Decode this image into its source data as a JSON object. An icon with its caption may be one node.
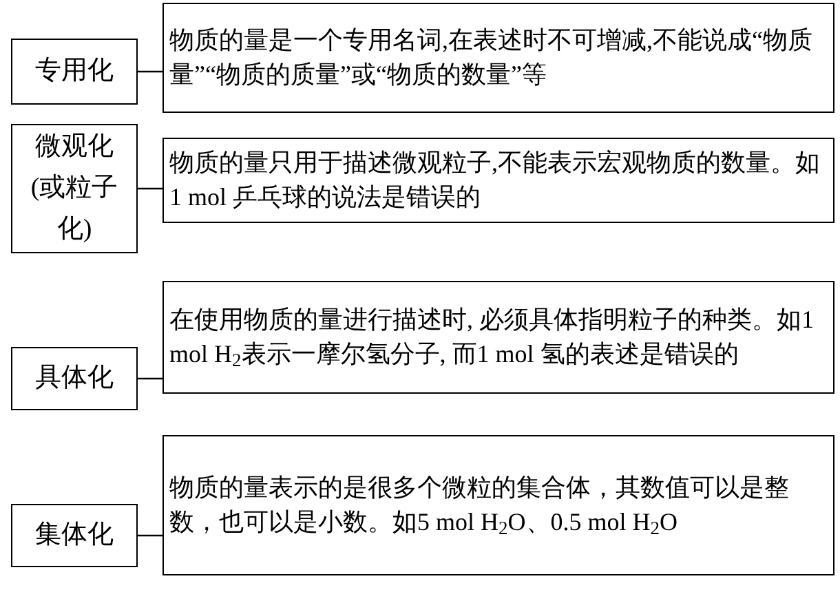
{
  "diagram": {
    "nodes": [
      {
        "text": [
          "专用化"
        ]
      },
      {
        "text": [
          "物质的量是一个专用名词,在表述时不可增减,不能说成“物质量”“物质的质量”或“物质的数量”等"
        ]
      },
      {
        "text": [
          "微观化(或粒子化)"
        ]
      },
      {
        "text": [
          "物质的量只用于描述微观粒子,不能表示宏观物质的数量。如 1 mol 乒乓球的说法是错误的"
        ]
      },
      {
        "text": [
          "具体化"
        ]
      },
      {
        "text": [
          "在使用物质的量进行描述时, 必须具体指明粒子的种类。如1 mol H$_{2}$表示一摩尔氢分子, 而1 mol 氢的表述是错误的"
        ]
      },
      {
        "text": [
          "集体化"
        ]
      },
      {
        "text": [
          "物质的量表示的是很多个微粒的集合体，其数值可以是整数，也可以是小数。如5 mol H$_{2}$O、0.5 mol H$_{2}$O"
        ]
      }
    ],
    "edges": [
      {
        "from": 0,
        "to": 1,
        "arrow": "none"
      },
      {
        "from": 2,
        "to": 3,
        "arrow": "none"
      },
      {
        "from": 4,
        "to": 5,
        "arrow": "none"
      },
      {
        "from": 6,
        "to": 7,
        "arrow": "none"
      }
    ]
  }
}
